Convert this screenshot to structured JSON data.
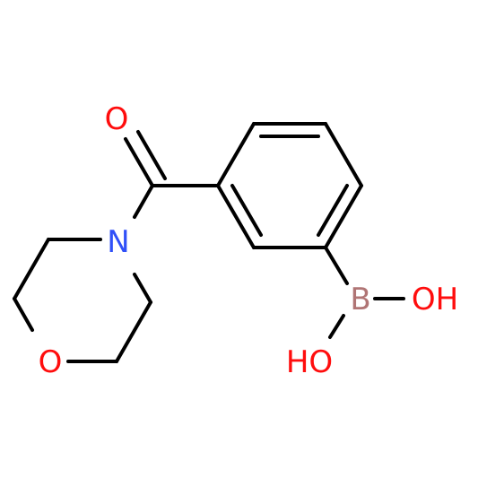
{
  "molecule": {
    "atoms": {
      "carbonyl_oxygen": {
        "symbol": "O",
        "color": "#ff0d0d"
      },
      "nitrogen": {
        "symbol": "N",
        "color": "#3050f8"
      },
      "ring_oxygen": {
        "symbol": "O",
        "color": "#ff0d0d"
      },
      "boron": {
        "symbol": "B",
        "color": "#b07575"
      },
      "hydroxyl_right": {
        "symbol": "OH",
        "color": "#ff0d0d"
      },
      "hydroxyl_lower": {
        "symbol": "HO",
        "color": "#ff0d0d"
      }
    },
    "bond_color": "#000000"
  }
}
